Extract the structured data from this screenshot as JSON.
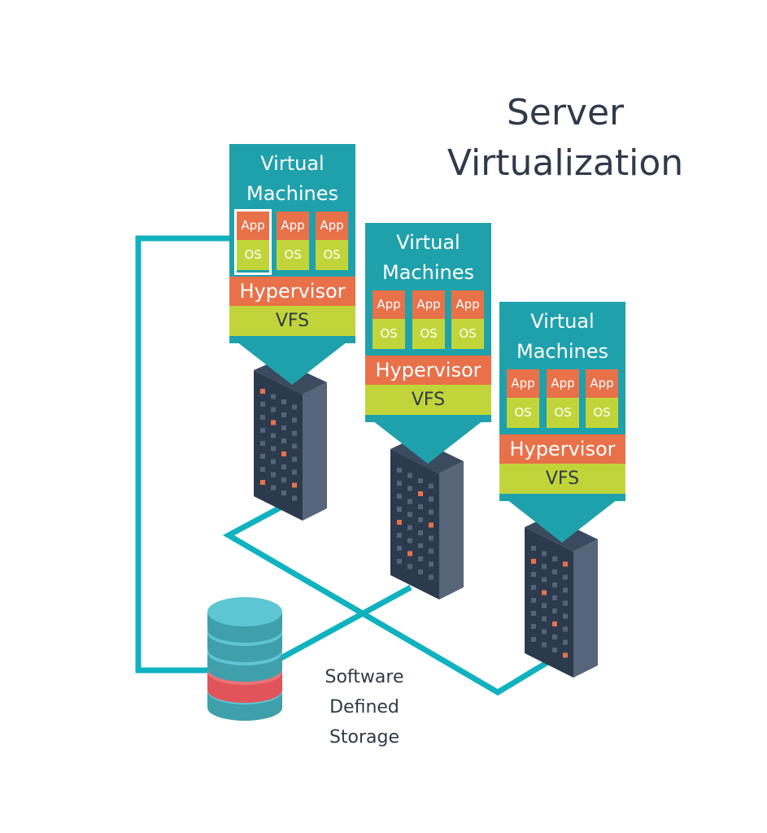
{
  "title": {
    "line1": "Server",
    "line2": "Virtualization"
  },
  "hosts": [
    {
      "vm_heading": [
        "Virtual",
        "Machines"
      ],
      "vms": [
        {
          "app": "App",
          "os": "OS"
        },
        {
          "app": "App",
          "os": "OS"
        },
        {
          "app": "App",
          "os": "OS"
        }
      ],
      "hypervisor": "Hypervisor",
      "vfs": "VFS"
    },
    {
      "vm_heading": [
        "Virtual",
        "Machines"
      ],
      "vms": [
        {
          "app": "App",
          "os": "OS"
        },
        {
          "app": "App",
          "os": "OS"
        },
        {
          "app": "App",
          "os": "OS"
        }
      ],
      "hypervisor": "Hypervisor",
      "vfs": "VFS"
    },
    {
      "vm_heading": [
        "Virtual",
        "Machines"
      ],
      "vms": [
        {
          "app": "App",
          "os": "OS"
        },
        {
          "app": "App",
          "os": "OS"
        },
        {
          "app": "App",
          "os": "OS"
        }
      ],
      "hypervisor": "Hypervisor",
      "vfs": "VFS"
    }
  ],
  "storage": {
    "label": [
      "Software",
      "Defined",
      "Storage"
    ]
  },
  "colors": {
    "teal": "#1fa1ac",
    "orange": "#e8714a",
    "lime": "#c1d53a",
    "line": "#11b2bf",
    "server_dark": "#2c3a4e",
    "storage_light": "#5ec6d2",
    "storage_red": "#e0545a"
  }
}
